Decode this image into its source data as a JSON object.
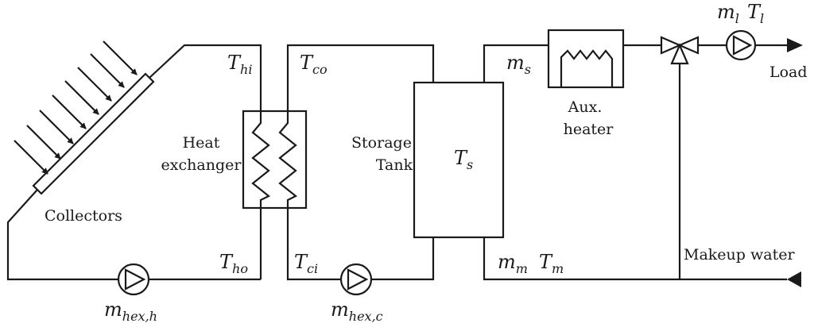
{
  "labels": {
    "collectors": "Collectors",
    "heat_exchanger_line1": "Heat",
    "heat_exchanger_line2": "exchanger",
    "storage_line1": "Storage",
    "storage_line2": "Tank",
    "aux_line1": "Aux.",
    "aux_line2": "heater",
    "load": "Load",
    "makeup_water": "Makeup water"
  },
  "symbols": {
    "t_hi": {
      "base": "T",
      "sub": "hi"
    },
    "t_co": {
      "base": "T",
      "sub": "co"
    },
    "t_ho": {
      "base": "T",
      "sub": "ho"
    },
    "t_ci": {
      "base": "T",
      "sub": "ci"
    },
    "t_s": {
      "base": "T",
      "sub": "s"
    },
    "m_s": {
      "base": "m",
      "sub": "s"
    },
    "m_l": {
      "base": "m",
      "sub": "l"
    },
    "t_l": {
      "base": "T",
      "sub": "l"
    },
    "m_m": {
      "base": "m",
      "sub": "m"
    },
    "t_m": {
      "base": "T",
      "sub": "m"
    },
    "m_hex_h": {
      "base": "m",
      "sub": "hex,h"
    },
    "m_hex_c": {
      "base": "m",
      "sub": "hex,c"
    }
  }
}
